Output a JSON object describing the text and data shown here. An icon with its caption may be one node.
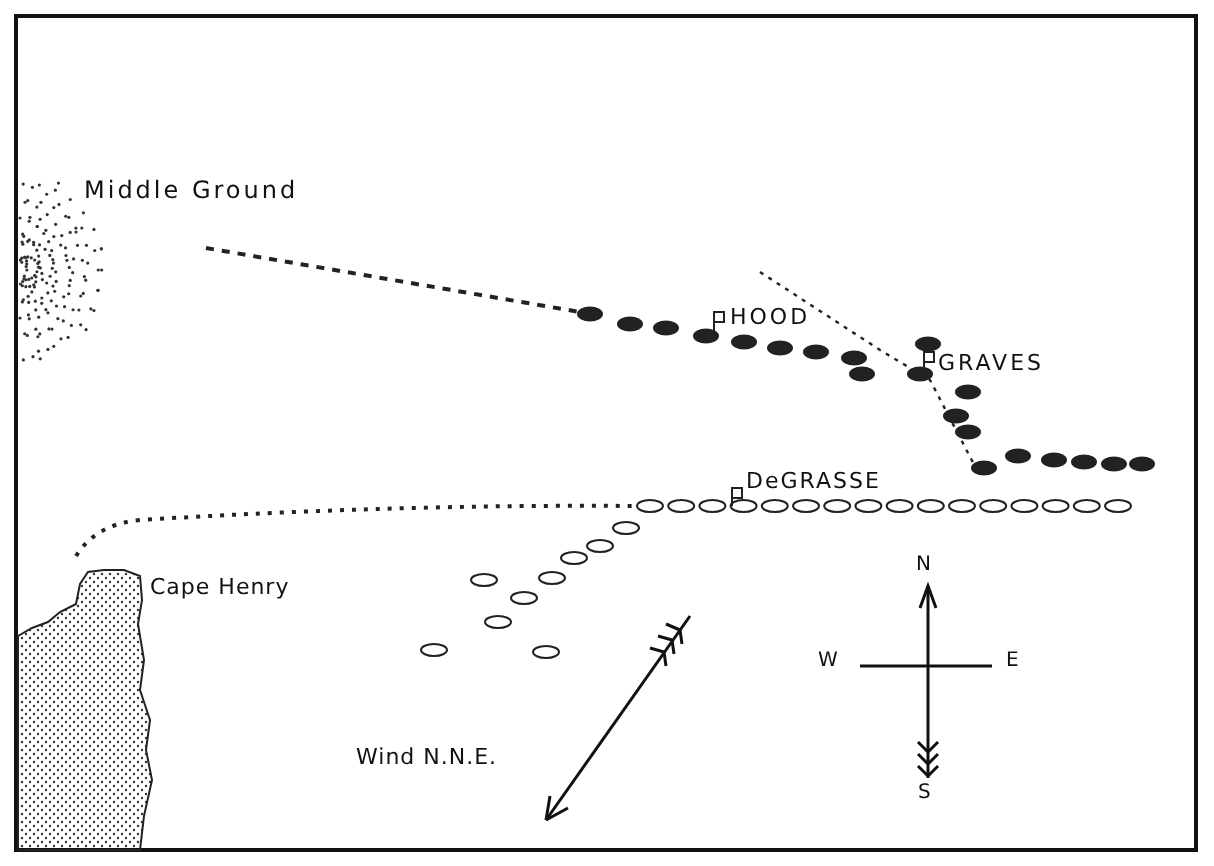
{
  "diagram": {
    "labels": [
      "Middle Ground",
      "HOOD",
      "GRAVES",
      "DeGRASSE",
      "Cape Henry",
      "N",
      "W",
      "E",
      "S",
      "Wind N.N.E."
    ]
  }
}
